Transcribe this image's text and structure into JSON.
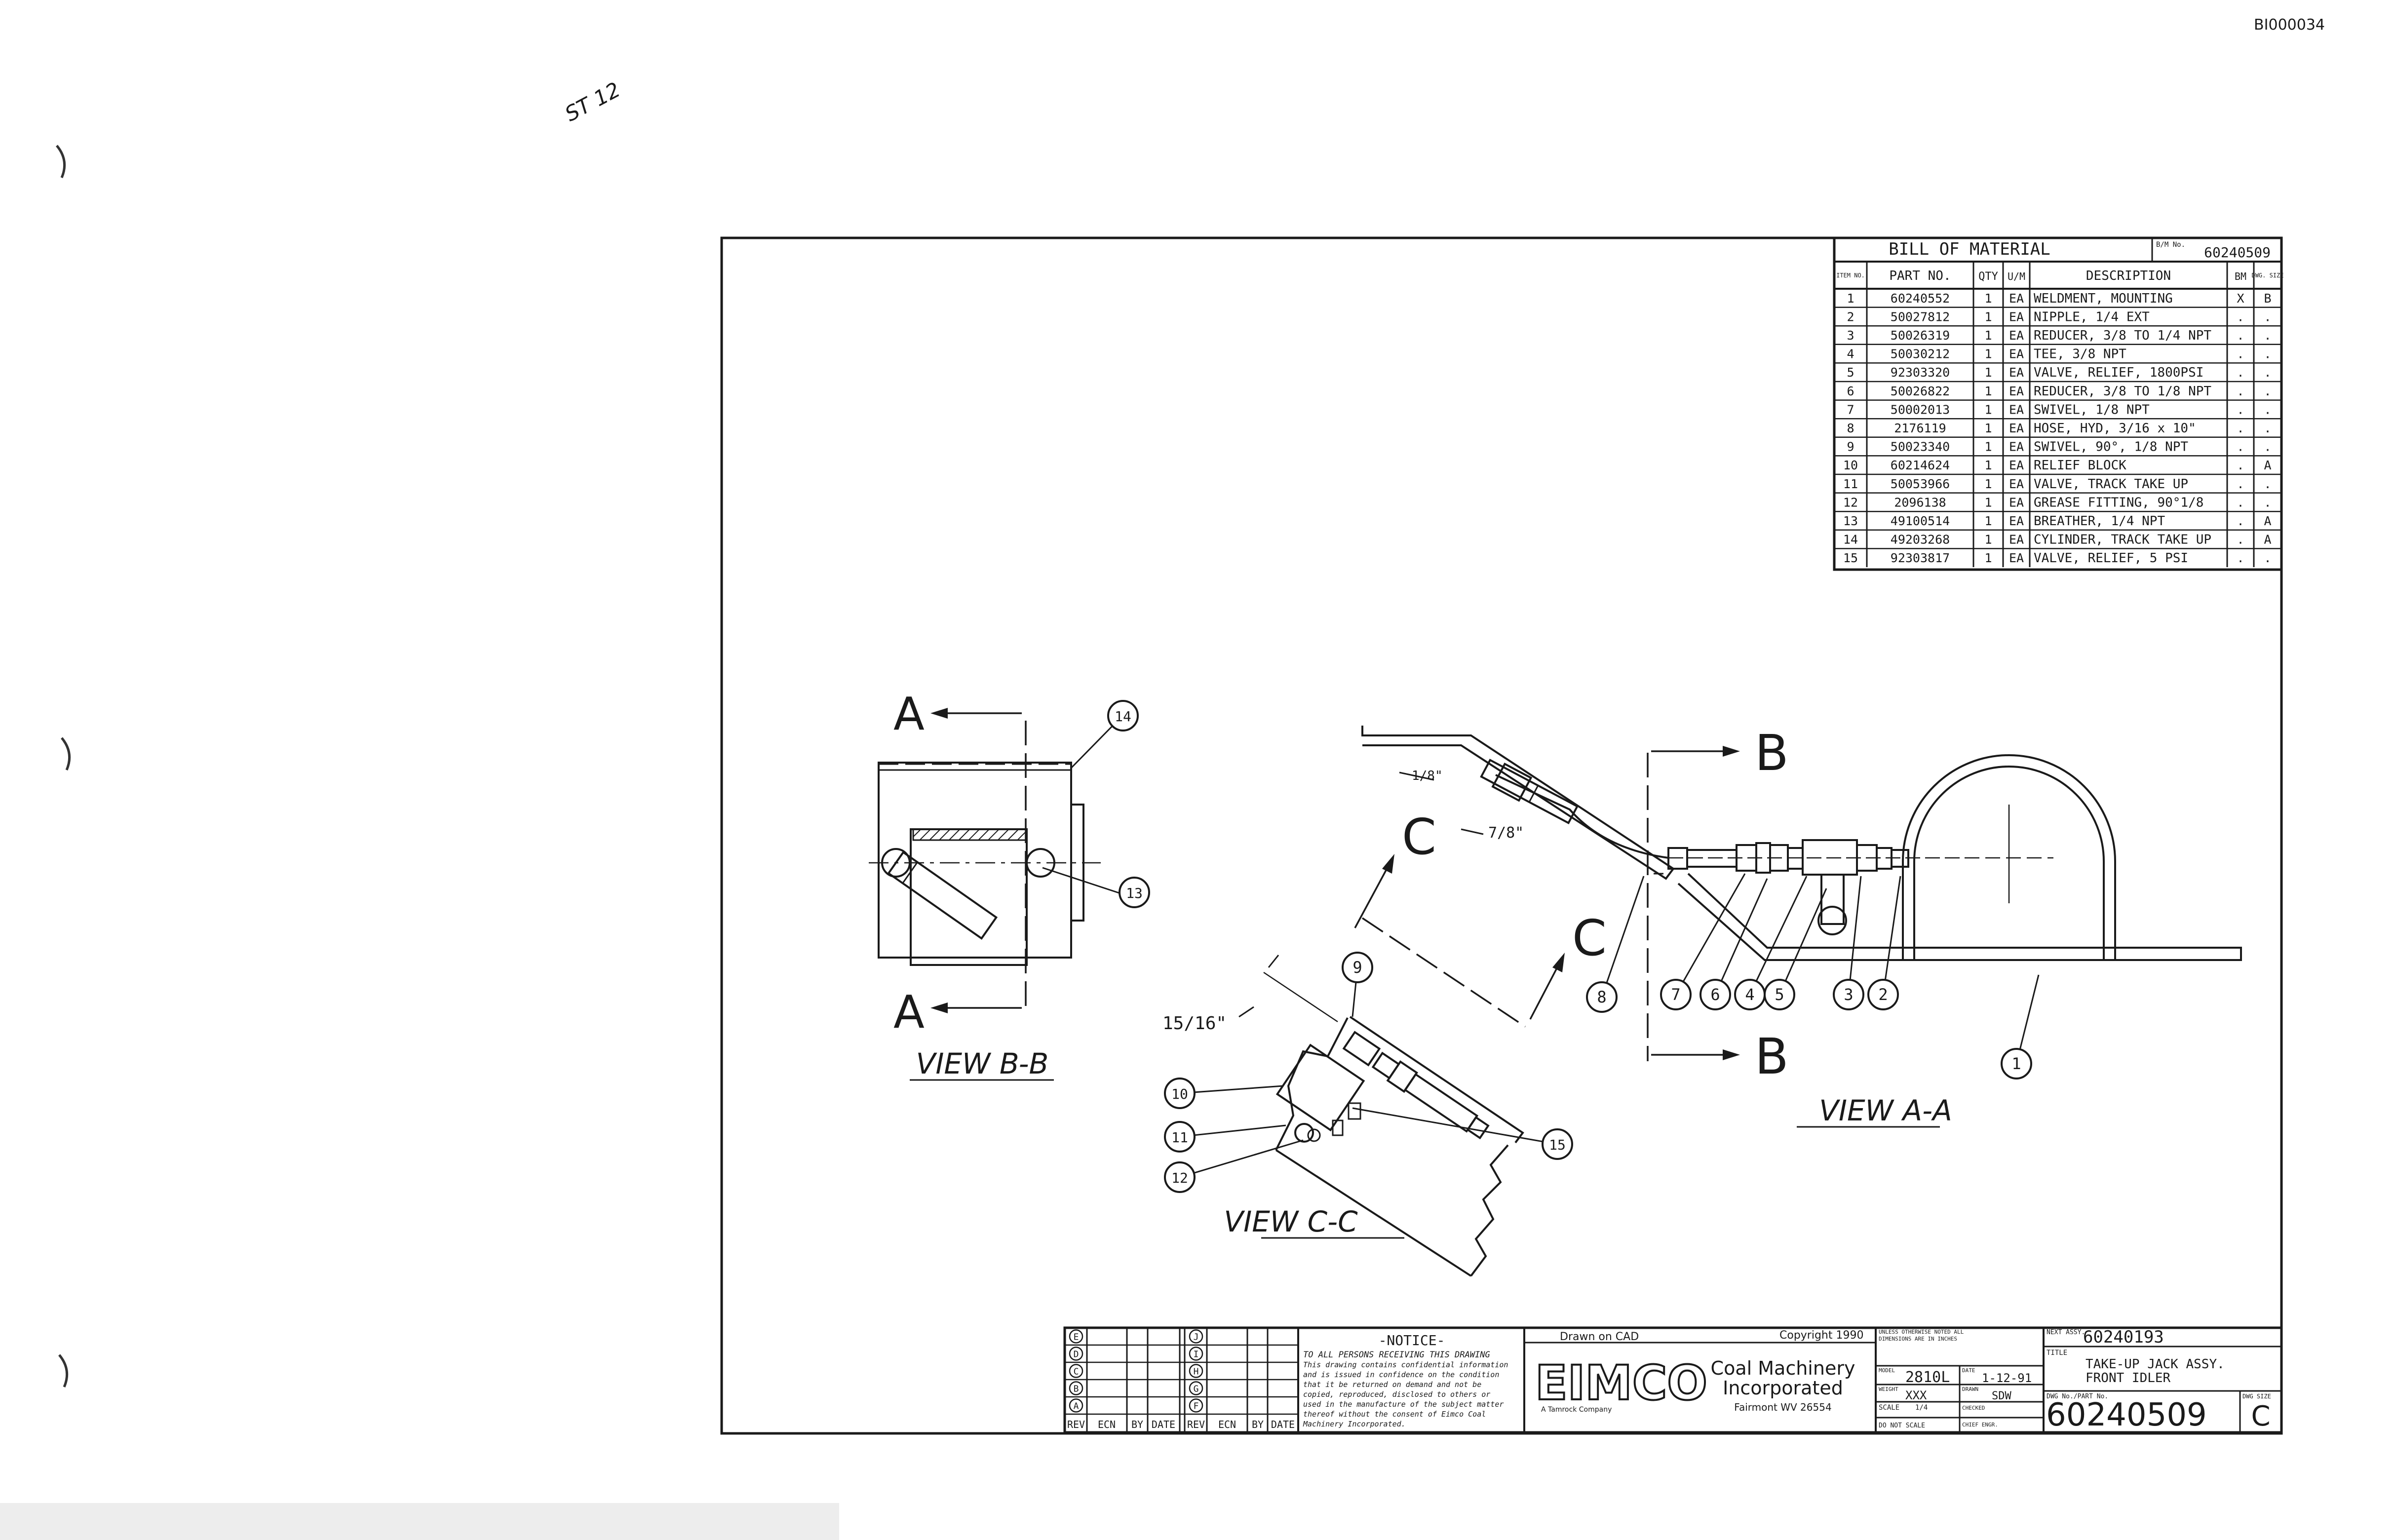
{
  "doc_id": "BI000034",
  "handwritten_note": "ST 12",
  "bom": {
    "title": "BILL OF MATERIAL",
    "bm_no_label": "B/M No.",
    "bm_no": "60240509",
    "headers": [
      "ITEM NO.",
      "PART NO.",
      "QTY",
      "U/M",
      "DESCRIPTION",
      "BM",
      "DWG. SIZE"
    ],
    "rows": [
      [
        "1",
        "60240552",
        "1",
        "EA",
        "WELDMENT, MOUNTING",
        "X",
        "B"
      ],
      [
        "2",
        "50027812",
        "1",
        "EA",
        "NIPPLE, 1/4 EXT",
        ".",
        "."
      ],
      [
        "3",
        "50026319",
        "1",
        "EA",
        "REDUCER, 3/8 TO 1/4 NPT",
        ".",
        "."
      ],
      [
        "4",
        "50030212",
        "1",
        "EA",
        "TEE, 3/8 NPT",
        ".",
        "."
      ],
      [
        "5",
        "92303320",
        "1",
        "EA",
        "VALVE, RELIEF, 1800PSI",
        ".",
        "."
      ],
      [
        "6",
        "50026822",
        "1",
        "EA",
        "REDUCER, 3/8 TO 1/8 NPT",
        ".",
        "."
      ],
      [
        "7",
        "50002013",
        "1",
        "EA",
        "SWIVEL, 1/8 NPT",
        ".",
        "."
      ],
      [
        "8",
        "2176119",
        "1",
        "EA",
        "HOSE, HYD, 3/16 x 10\"",
        ".",
        "."
      ],
      [
        "9",
        "50023340",
        "1",
        "EA",
        "SWIVEL, 90°, 1/8 NPT",
        ".",
        "."
      ],
      [
        "10",
        "60214624",
        "1",
        "EA",
        "RELIEF BLOCK",
        ".",
        "A"
      ],
      [
        "11",
        "50053966",
        "1",
        "EA",
        "VALVE, TRACK TAKE UP",
        ".",
        "."
      ],
      [
        "12",
        "2096138",
        "1",
        "EA",
        "GREASE FITTING, 90°1/8",
        ".",
        "."
      ],
      [
        "13",
        "49100514",
        "1",
        "EA",
        "BREATHER, 1/4 NPT",
        ".",
        "A"
      ],
      [
        "14",
        "49203268",
        "1",
        "EA",
        "CYLINDER, TRACK TAKE UP",
        ".",
        "A"
      ],
      [
        "15",
        "92303817",
        "1",
        "EA",
        "VALVE, RELIEF, 5 PSI",
        ".",
        "."
      ]
    ]
  },
  "views": {
    "bb": {
      "label": "VIEW B-B",
      "section_letter": "A"
    },
    "aa": {
      "label": "VIEW A-A",
      "section_letter": "B"
    },
    "cc": {
      "label": "VIEW C-C",
      "section_letter": "C"
    }
  },
  "dimensions": {
    "d1": "1/8\"",
    "d2": "7/8\"",
    "d3": "15/16\""
  },
  "balloons": [
    "1",
    "2",
    "3",
    "4",
    "5",
    "6",
    "7",
    "8",
    "9",
    "10",
    "11",
    "12",
    "13",
    "14",
    "15"
  ],
  "title_block": {
    "rev_letters_left": [
      "E",
      "D",
      "C",
      "B",
      "A"
    ],
    "rev_letters_right": [
      "J",
      "I",
      "H",
      "G",
      "F"
    ],
    "rev_headers": [
      "REV",
      "ECN",
      "BY",
      "DATE",
      "REV",
      "ECN",
      "BY",
      "DATE"
    ],
    "notice_title": "-NOTICE-",
    "notice_lines": [
      "TO ALL PERSONS RECEIVING THIS DRAWING",
      "This drawing contains confidential information",
      "and is issued in confidence on the condition",
      "that it be returned on demand and not be",
      "copied, reproduced, disclosed to others or",
      "used in the manufacture of the subject matter",
      "thereof without the consent of Eimco Coal",
      "Machinery Incorporated."
    ],
    "drawn_on": "Drawn on CAD",
    "copyright": "Copyright 1990",
    "logo": "EIMCO",
    "company_line1": "Coal Machinery",
    "company_line2": "Incorporated",
    "company_sub": "A Tamrock Company",
    "location": "Fairmont WV 26554",
    "tol_lines": [
      "UNLESS OTHERWISE NOTED ALL",
      "DIMENSIONS ARE IN INCHES"
    ],
    "model_label": "MODEL",
    "model": "2810L",
    "date_label": "DATE",
    "date": "1-12-91",
    "weight_label": "WEIGHT",
    "weight": "XXX",
    "drawn_label": "DRAWN",
    "drawn": "SDW",
    "scale_label": "SCALE",
    "scale": "1/4",
    "checked_label": "CHECKED",
    "no_scale": "DO NOT SCALE",
    "eng_label": "CHIEF ENGR.",
    "next_assy_label": "NEXT ASSY.",
    "next_assy": "60240193",
    "title_label": "TITLE",
    "title_line1": "TAKE-UP JACK ASSY.",
    "title_line2": "FRONT IDLER",
    "dwg_no_label": "DWG No./PART No.",
    "dwg_no": "60240509",
    "size_label": "DWG SIZE",
    "size": "C"
  }
}
